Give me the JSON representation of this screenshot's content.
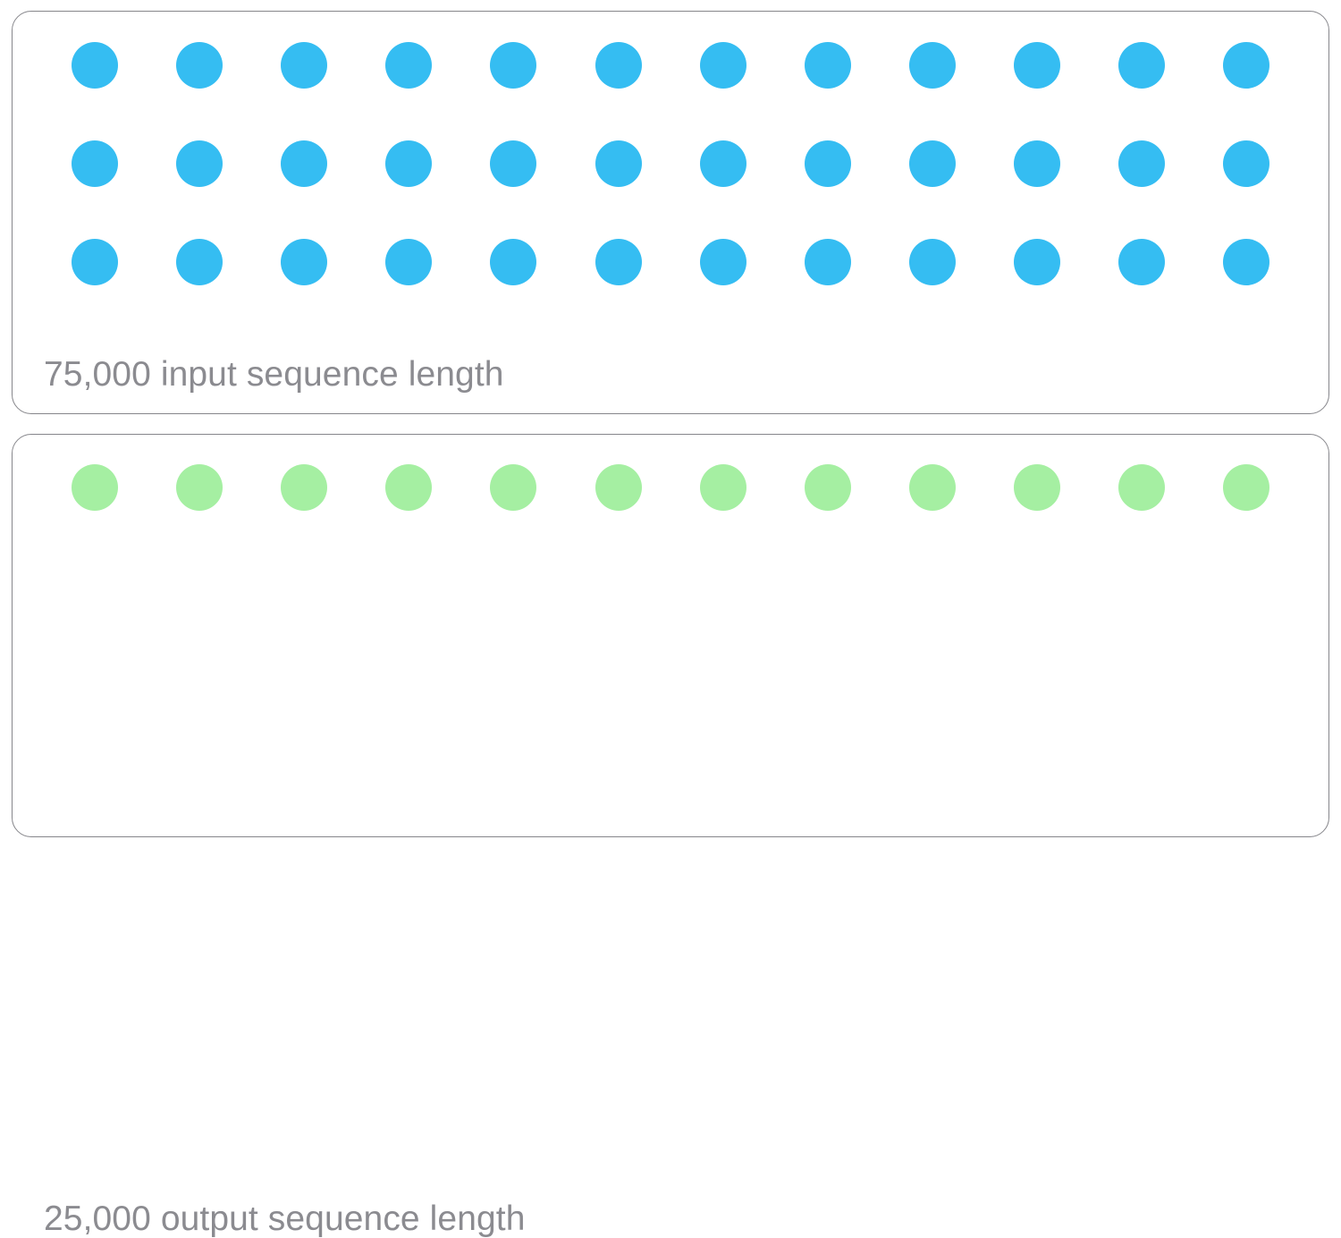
{
  "diagram": {
    "type": "token-sequence-illustration",
    "background_color": "#ffffff",
    "cards": [
      {
        "id": "input",
        "label": "75,000 input sequence length",
        "token_count_text": "75,000",
        "token_count_value": 75000,
        "dot_color": "#35bdf2",
        "dot_color_name": "blue",
        "dot_rows": 3,
        "dots_per_row": 12,
        "total_dots": 36,
        "border_color": "#86868b",
        "label_color": "#8b8b90"
      },
      {
        "id": "output",
        "label": "25,000 output sequence length",
        "token_count_text": "25,000",
        "token_count_value": 25000,
        "dot_color": "#a5efa2",
        "dot_color_name": "green",
        "dot_rows": 1,
        "dots_per_row": 12,
        "total_dots": 12,
        "border_color": "#86868b",
        "label_color": "#8b8b90"
      }
    ]
  }
}
